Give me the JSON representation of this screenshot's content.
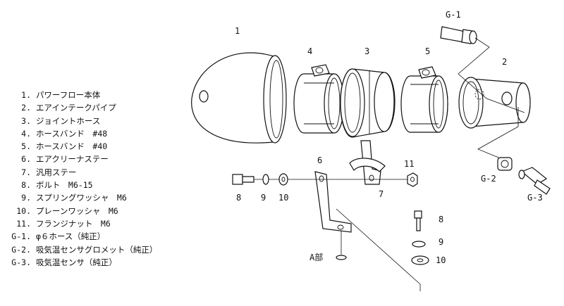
{
  "legend": [
    {
      "num": "1.",
      "label": "パワーフロー本体"
    },
    {
      "num": "2.",
      "label": "エアインテークパイプ"
    },
    {
      "num": "3.",
      "label": "ジョイントホース"
    },
    {
      "num": "4.",
      "label": "ホースバンド　#48"
    },
    {
      "num": "5.",
      "label": "ホースバンド　#40"
    },
    {
      "num": "6.",
      "label": "エアクリーナステー"
    },
    {
      "num": "7.",
      "label": "汎用ステー"
    },
    {
      "num": "8.",
      "label": "ボルト　M6-15"
    },
    {
      "num": "9.",
      "label": "スプリングワッシャ　M6"
    },
    {
      "num": "10.",
      "label": "プレーンワッシャ　M6"
    },
    {
      "num": "11.",
      "label": "フランジナット　M6"
    },
    {
      "num": "G-1.",
      "label": "φ６ホース（純正）"
    },
    {
      "num": "G-2.",
      "label": "吸気温センサグロメット（純正）"
    },
    {
      "num": "G-3.",
      "label": "吸気温センサ（純正）"
    }
  ],
  "callouts": {
    "c1": "1",
    "c2": "2",
    "c3": "3",
    "c4": "4",
    "c5": "5",
    "c6": "6",
    "c7": "7",
    "c8a": "8",
    "c9a": "9",
    "c10a": "10",
    "c11": "11",
    "c8b": "8",
    "c9b": "9",
    "c10b": "10",
    "g1": "G-1",
    "g2": "G-2",
    "g3": "G-3",
    "abu": "A部"
  }
}
